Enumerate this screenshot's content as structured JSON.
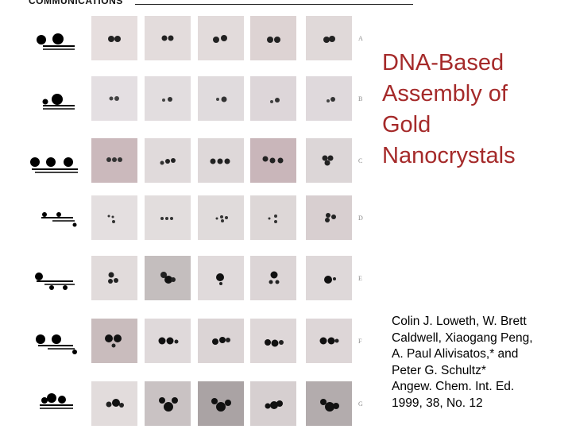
{
  "header": {
    "journal_section": "COMMUNICATIONS"
  },
  "title": {
    "lines": [
      "DNA-Based",
      "Assembly of",
      "Gold",
      "Nanocrystals"
    ],
    "color": "#a52a2a"
  },
  "citation": {
    "lines": [
      "Colin J. Loweth, W. Brett",
      "Caldwell, Xiaogang Peng,",
      "A. Paul Alivisatos,* and",
      "Peter G. Schultz*",
      "Angew. Chem. Int. Ed.",
      "1999, 38, No. 12"
    ]
  },
  "figure": {
    "rows": [
      {
        "letter": "A"
      },
      {
        "letter": "B"
      },
      {
        "letter": "C"
      },
      {
        "letter": "D"
      },
      {
        "letter": "E"
      },
      {
        "letter": "F"
      },
      {
        "letter": "G"
      }
    ]
  }
}
